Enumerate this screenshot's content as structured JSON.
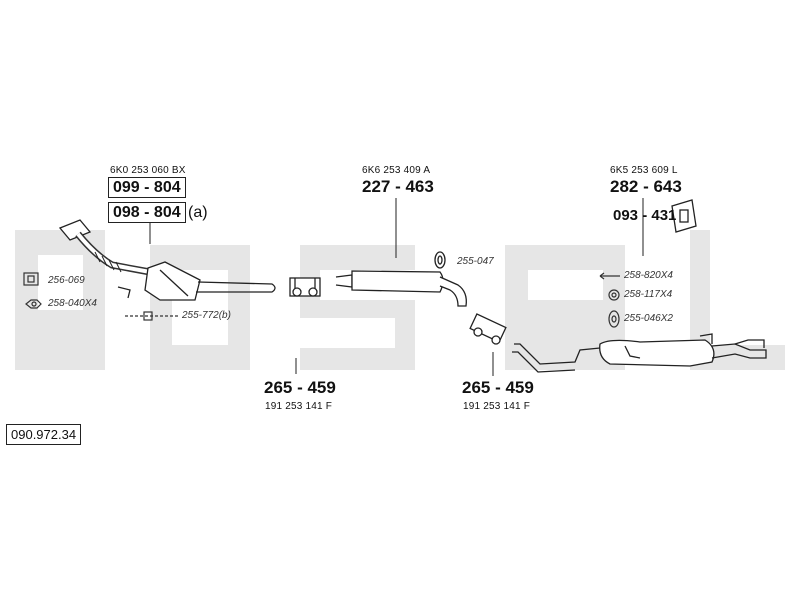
{
  "watermark": {
    "text": "bosal",
    "color": "#e4e4e4"
  },
  "catalog_ref": "090.972.34",
  "front_section": {
    "oe_number": "6K0 253 060 BX",
    "part_number": "099 - 804",
    "alt_part_number": "098 - 804",
    "alt_suffix": "(a)"
  },
  "middle_section": {
    "oe_number": "6K6 253 409 A",
    "part_number": "227 - 463"
  },
  "rear_section": {
    "oe_number": "6K5 253 609 L",
    "part_number": "282 - 643",
    "hanger_number": "093 - 431"
  },
  "clamp_left": {
    "part_number": "265 - 459",
    "oe_number": "191 253 141 F"
  },
  "clamp_right": {
    "part_number": "265 - 459",
    "oe_number": "191 253 141 F"
  },
  "accessories": {
    "gasket": "256-069",
    "nut": "258-040X4",
    "bolt_kit": "255-772(b)",
    "mount_ring": "255-047",
    "screw": "258-820X4",
    "spring": "258-117X4",
    "rubber_mount": "255-046X2"
  }
}
